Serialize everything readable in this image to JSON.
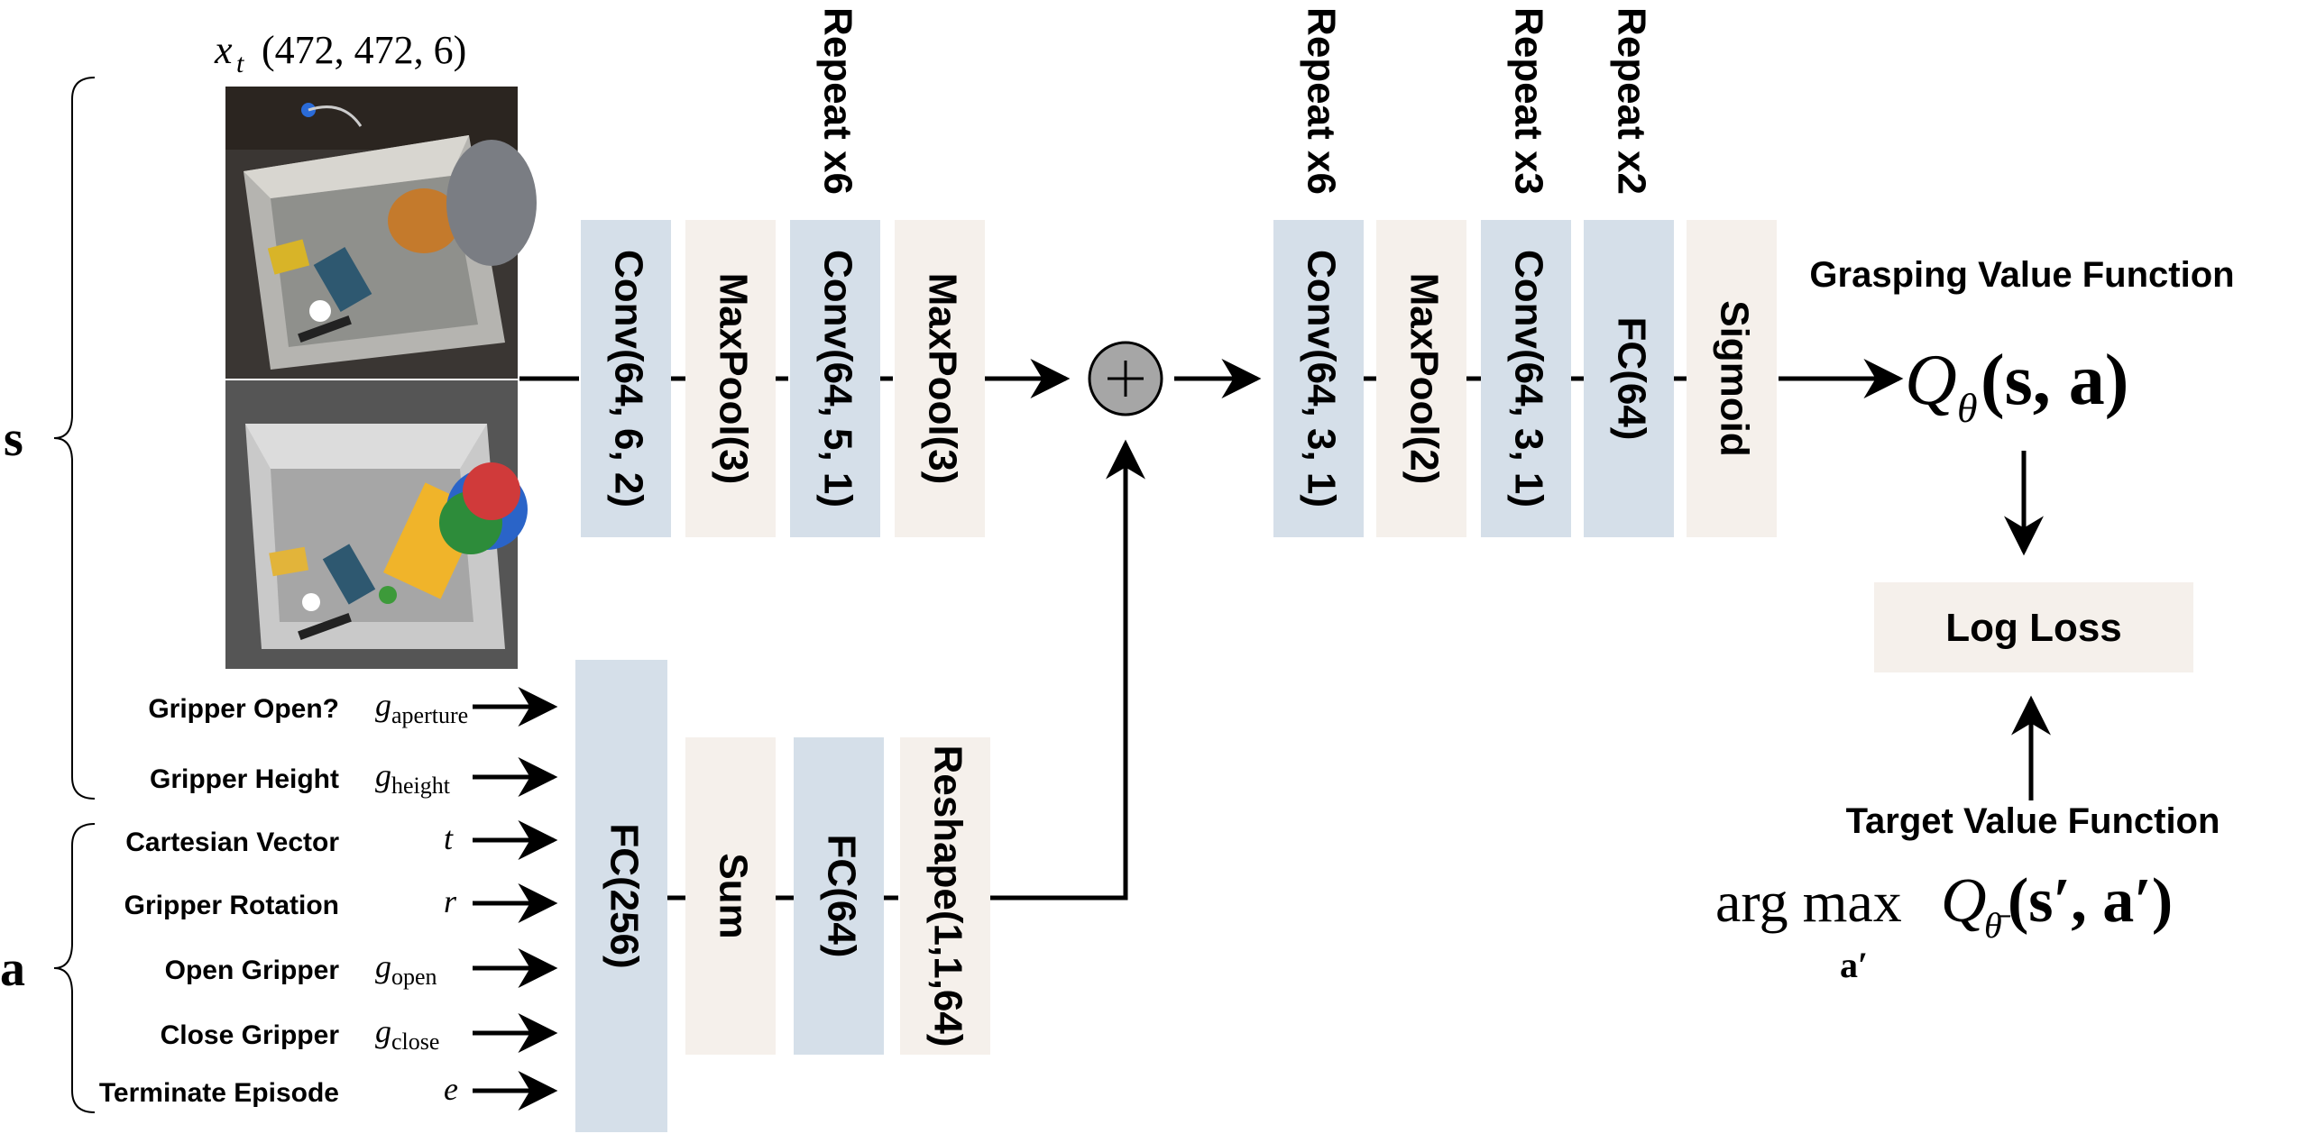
{
  "input": {
    "image_label_var": "x",
    "image_label_sub": "t",
    "image_label_shape": "(472, 472, 6)",
    "state_symbol": "s",
    "action_symbol": "a"
  },
  "state_inputs": [
    {
      "label": "Gripper Open?",
      "sym": "g",
      "sub": "aperture"
    },
    {
      "label": "Gripper Height",
      "sym": "g",
      "sub": "height"
    }
  ],
  "action_inputs": [
    {
      "label": "Cartesian Vector",
      "sym": "t",
      "sub": ""
    },
    {
      "label": "Gripper Rotation",
      "sym": "r",
      "sub": ""
    },
    {
      "label": "Open Gripper",
      "sym": "g",
      "sub": "open"
    },
    {
      "label": "Close Gripper",
      "sym": "g",
      "sub": "close"
    },
    {
      "label": "Terminate Episode",
      "sym": "e",
      "sub": ""
    }
  ],
  "image_branch": {
    "layers": [
      {
        "label": "Conv(64, 6, 2)",
        "kind": "conv"
      },
      {
        "label": "MaxPool(3)",
        "kind": "pool"
      },
      {
        "label": "Conv(64, 5, 1)",
        "kind": "conv",
        "repeat": "Repeat x6"
      },
      {
        "label": "MaxPool(3)",
        "kind": "pool"
      }
    ]
  },
  "action_branch": {
    "layers": [
      {
        "label": "FC(256)",
        "kind": "conv"
      },
      {
        "label": "Sum",
        "kind": "pool"
      },
      {
        "label": "FC(64)",
        "kind": "conv"
      },
      {
        "label": "Reshape(1,1,64)",
        "kind": "pool"
      }
    ]
  },
  "merge_symbol": "+",
  "head": {
    "layers": [
      {
        "label": "Conv(64, 3, 1)",
        "kind": "conv",
        "repeat": "Repeat x6"
      },
      {
        "label": "MaxPool(2)",
        "kind": "pool"
      },
      {
        "label": "Conv(64, 3, 1)",
        "kind": "conv",
        "repeat": "Repeat x3"
      },
      {
        "label": "FC(64)",
        "kind": "conv",
        "repeat": "Repeat x2"
      },
      {
        "label": "Sigmoid",
        "kind": "pool"
      }
    ]
  },
  "output": {
    "title": "Grasping Value Function",
    "q_formula_q": "Q",
    "q_formula_sub": "θ",
    "q_formula_args": "(s, a)",
    "loss_label": "Log Loss",
    "target_title": "Target Value Function",
    "target_formula": "arg max",
    "target_formula_q": "Q",
    "target_formula_sub": "θ̄",
    "target_formula_args": "(s′, a′)",
    "target_formula_under": "a′"
  },
  "colors": {
    "conv": "#d5dfe9",
    "pool": "#f5f0eb",
    "merge_fill": "#a6a6a6",
    "line": "#000000"
  }
}
